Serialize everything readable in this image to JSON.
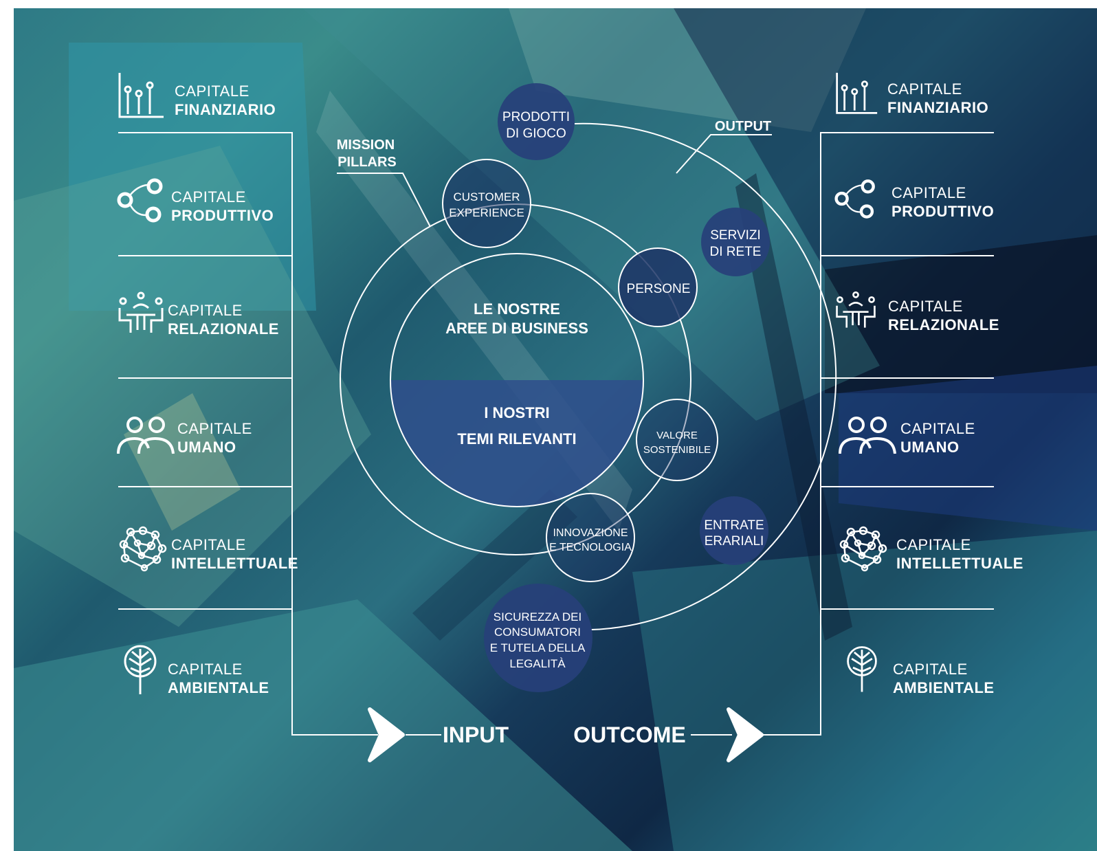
{
  "input_capitals": [
    {
      "light": "CAPITALE",
      "bold": "FINANZIARIO",
      "icon": "finance-chart-icon"
    },
    {
      "light": "CAPITALE",
      "bold": "PRODUTTIVO",
      "icon": "production-nodes-icon"
    },
    {
      "light": "CAPITALE",
      "bold": "RELAZIONALE",
      "icon": "meeting-table-icon"
    },
    {
      "light": "CAPITALE",
      "bold": "UMANO",
      "icon": "people-icon"
    },
    {
      "light": "CAPITALE",
      "bold": "INTELLETTUALE",
      "icon": "brain-network-icon"
    },
    {
      "light": "CAPITALE",
      "bold": "AMBIENTALE",
      "icon": "tree-icon"
    }
  ],
  "outcome_capitals": [
    {
      "light": "CAPITALE",
      "bold": "FINANZIARIO",
      "icon": "finance-chart-icon"
    },
    {
      "light": "CAPITALE",
      "bold": "PRODUTTIVO",
      "icon": "production-nodes-icon"
    },
    {
      "light": "CAPITALE",
      "bold": "RELAZIONALE",
      "icon": "meeting-table-icon"
    },
    {
      "light": "CAPITALE",
      "bold": "UMANO",
      "icon": "people-icon"
    },
    {
      "light": "CAPITALE",
      "bold": "INTELLETTUALE",
      "icon": "brain-network-icon"
    },
    {
      "light": "CAPITALE",
      "bold": "AMBIENTALE",
      "icon": "tree-icon"
    }
  ],
  "center": {
    "top_line1": "LE NOSTRE",
    "top_line2": "AREE DI BUSINESS",
    "bottom_line1": "I NOSTRI",
    "bottom_line2": "TEMI RILEVANTI"
  },
  "mission_pillars": {
    "label_line1": "MISSION",
    "label_line2": "PILLARS",
    "items": [
      {
        "line1": "CUSTOMER",
        "line2": "EXPERIENCE"
      },
      {
        "line1": "PERSONE",
        "line2": ""
      },
      {
        "line1": "VALORE",
        "line2": "SOSTENIBILE"
      },
      {
        "line1": "INNOVAZIONE",
        "line2": "E TECNOLOGIA"
      }
    ]
  },
  "output": {
    "label": "OUTPUT",
    "items": [
      {
        "lines": [
          "PRODOTTI",
          "DI GIOCO"
        ]
      },
      {
        "lines": [
          "SERVIZI",
          "DI RETE"
        ]
      },
      {
        "lines": [
          "ENTRATE",
          "ERARIALI"
        ]
      },
      {
        "lines": [
          "SICUREZZA DEI",
          "CONSUMATORI",
          "E TUTELA DELLA",
          "LEGALITÀ"
        ]
      }
    ]
  },
  "flow": {
    "input_label": "INPUT",
    "outcome_label": "OUTCOME"
  },
  "colors": {
    "line": "#ffffff",
    "output_bubble": "#27407a",
    "pillar_fill": "#1d3566",
    "center_bottom": "#2f4f8c"
  }
}
